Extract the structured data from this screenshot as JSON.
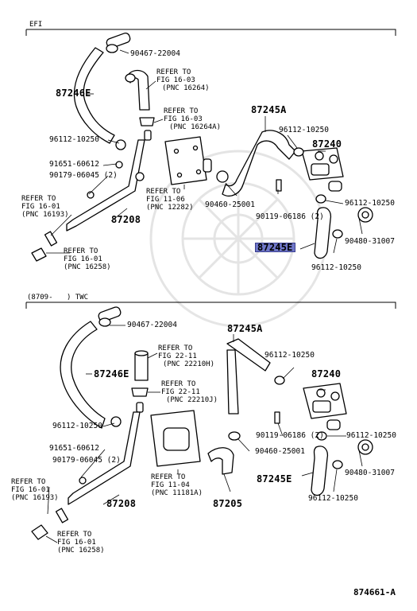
{
  "sections": {
    "top": {
      "title": "EFI"
    },
    "bottom": {
      "title": "(8709-",
      "title_suffix": ") TWC"
    }
  },
  "top_labels": {
    "p90467": "90467-22004",
    "p87246E": "87246E",
    "ref_fig16_03_a": [
      "REFER TO",
      "FIG 16-03",
      "(PNC 16264)"
    ],
    "ref_fig16_03_b": [
      "REFER TO",
      "FIG 16-03",
      "(PNC 16264A)"
    ],
    "p96112_l": "96112-10250",
    "p91651": "91651-60612",
    "p90179": "90179-06045 (2)",
    "ref_fig16_01_a": [
      "REFER TO",
      "FIG 16-01",
      "(PNC 16193)"
    ],
    "p87208": "87208",
    "ref_fig16_01_b": [
      "REFER TO",
      "FIG 16-01",
      "(PNC 16258)"
    ],
    "ref_fig11_06": [
      "REFER TO",
      "FIG 11-06",
      "(PNC 12282)"
    ],
    "p87245A": "87245A",
    "p96112_r1": "96112-10250",
    "p87240": "87240",
    "p90460": "90460-25001",
    "p90119": "90119-06186 (2)",
    "p96112_r2": "96112-10250",
    "p87245E": "87245E",
    "p90480": "90480-31007",
    "p96112_r3": "96112-10250"
  },
  "bottom_labels": {
    "p90467": "90467-22004",
    "p87245A": "87245A",
    "ref_fig22_11_a": [
      "REFER TO",
      "FIG 22-11",
      "(PNC 22210H)"
    ],
    "p87246E": "87246E",
    "ref_fig22_11_b": [
      "REFER TO",
      "FIG 22-11",
      "(PNC 22210J)"
    ],
    "p96112_r1": "96112-10250",
    "p87240": "87240",
    "p96112_l": "96112-10250",
    "p90119": "90119-06186 (2)",
    "p96112_r2": "96112-10250",
    "p91651": "91651-60612",
    "p90460": "90460-25001",
    "p90179": "90179-06045 (2)",
    "p90480": "90480-31007",
    "ref_fig16_01_a": [
      "REFER TO",
      "FIG 16-01",
      "(PNC 16193)"
    ],
    "ref_fig11_04": [
      "REFER TO",
      "FIG 11-04",
      "(PNC 11181A)"
    ],
    "p87245E": "87245E",
    "p87208": "87208",
    "p87205": "87205",
    "p96112_r3": "96112-10250",
    "ref_fig16_01_b": [
      "REFER TO",
      "FIG 16-01",
      "(PNC 16258)"
    ]
  },
  "footer": {
    "figure_code": "874661-A"
  },
  "colors": {
    "highlight": "#6f77c9",
    "ink": "#000000"
  }
}
